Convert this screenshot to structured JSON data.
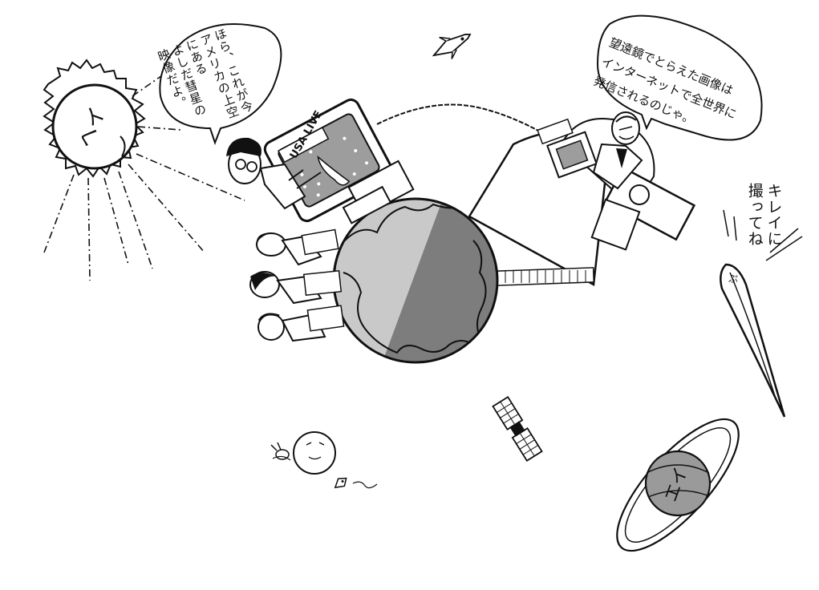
{
  "speech_left": {
    "lines": [
      "ほら、これが今",
      "アメリカの上空にある",
      "よしだ彗星の",
      "映像だよ。"
    ]
  },
  "speech_right": {
    "lines": [
      "望遠鏡でとらえた画像は",
      "インターネットで全世界に",
      "発信されるのじゃ。"
    ]
  },
  "comet_caption": {
    "lines": [
      "キレイに",
      "撮ってね"
    ]
  },
  "monitor_label": "USA LIVE",
  "sun_face": "ヘイ",
  "comet_face": "ぷ",
  "planet_face": "エイ",
  "colors": {
    "ink": "#111111",
    "paper": "#ffffff",
    "earth_light": "#c9c9c9",
    "earth_dark": "#7d7d7d",
    "saturn": "#9a9a9a",
    "monitor_screen": "#9d9d9d"
  }
}
